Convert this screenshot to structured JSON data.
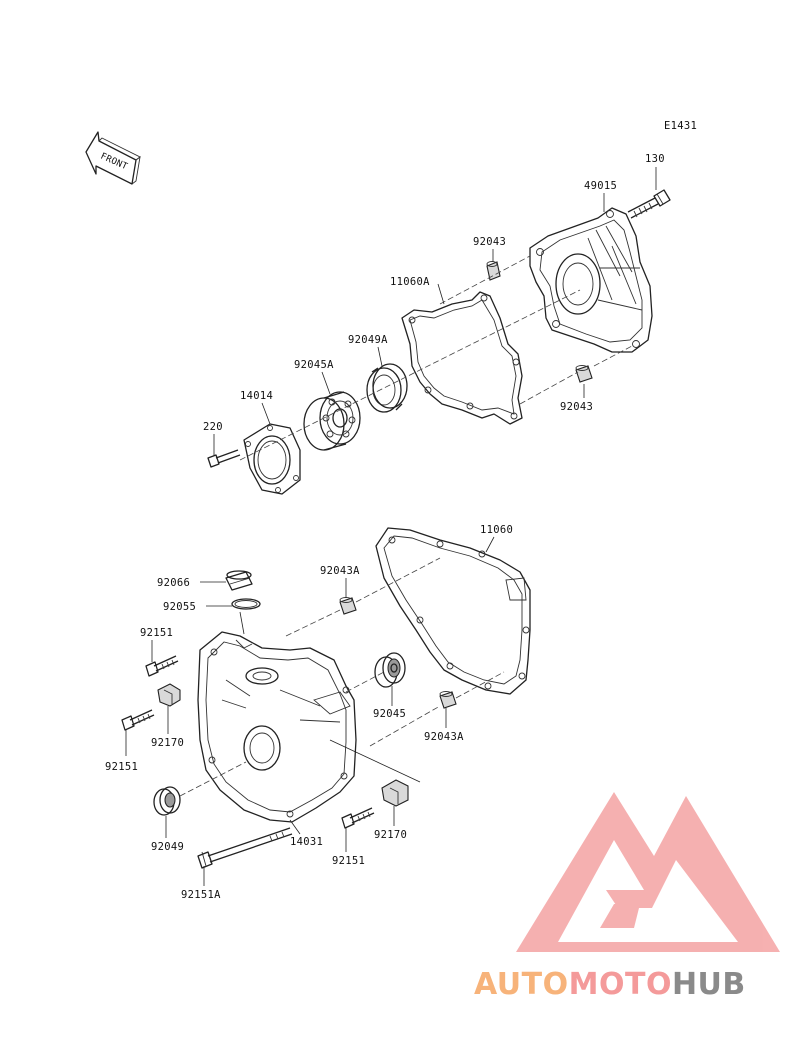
{
  "diagram_code": "E1431",
  "front_marker": "FRONT",
  "labels": {
    "p130": "130",
    "p49015": "49015",
    "p92043_top": "92043",
    "p11060A": "11060A",
    "p92049A": "92049A",
    "p92045A": "92045A",
    "p14014": "14014",
    "p220": "220",
    "p92043_mid": "92043",
    "p11060": "11060",
    "p92066": "92066",
    "p92055": "92055",
    "p92043A_top": "92043A",
    "p92151_a": "92151",
    "p92045": "92045",
    "p92170_left": "92170",
    "p92043A_bot": "92043A",
    "p92151_b": "92151",
    "p92049": "92049",
    "p14031": "14031",
    "p92170_right": "92170",
    "p92151_c": "92151",
    "p92151A": "92151A"
  },
  "watermark": {
    "part1": "AUTO",
    "part2": "MOTO",
    "part3": "HUB",
    "color1": "#f7b37a",
    "color2": "#f49a9a",
    "color3": "#8a8a8a",
    "logo_color": "#f4a3a3"
  }
}
